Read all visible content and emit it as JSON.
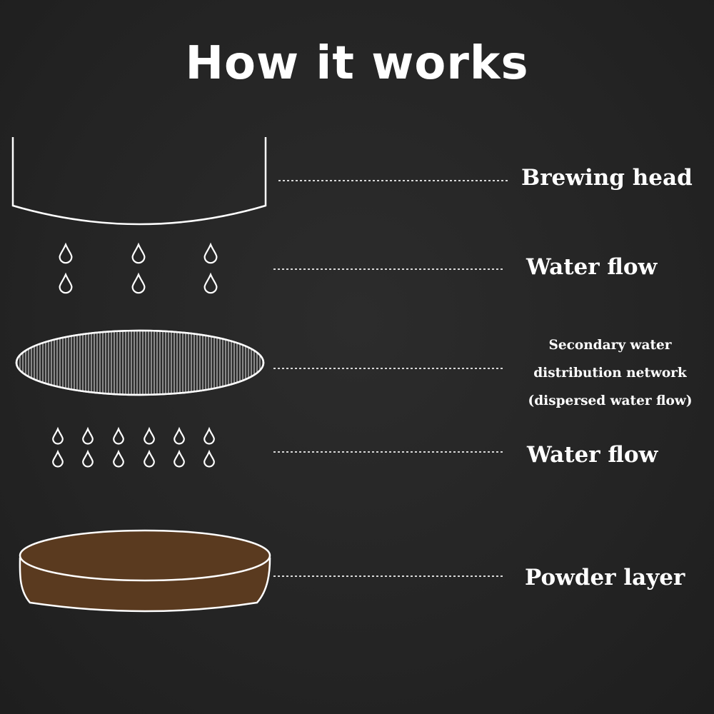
{
  "title": "How it works",
  "labels": {
    "brewing_head": "Brewing head",
    "water_flow_top": "Water flow",
    "distribution_network": {
      "line1": "Secondary water",
      "line2": "distribution network",
      "line3": "(dispersed water flow)"
    },
    "water_flow_bottom": "Water flow",
    "powder_layer": "Powder layer"
  },
  "colors": {
    "background": "#262626",
    "stroke": "#ffffff",
    "powder": "#5a3a1f"
  }
}
